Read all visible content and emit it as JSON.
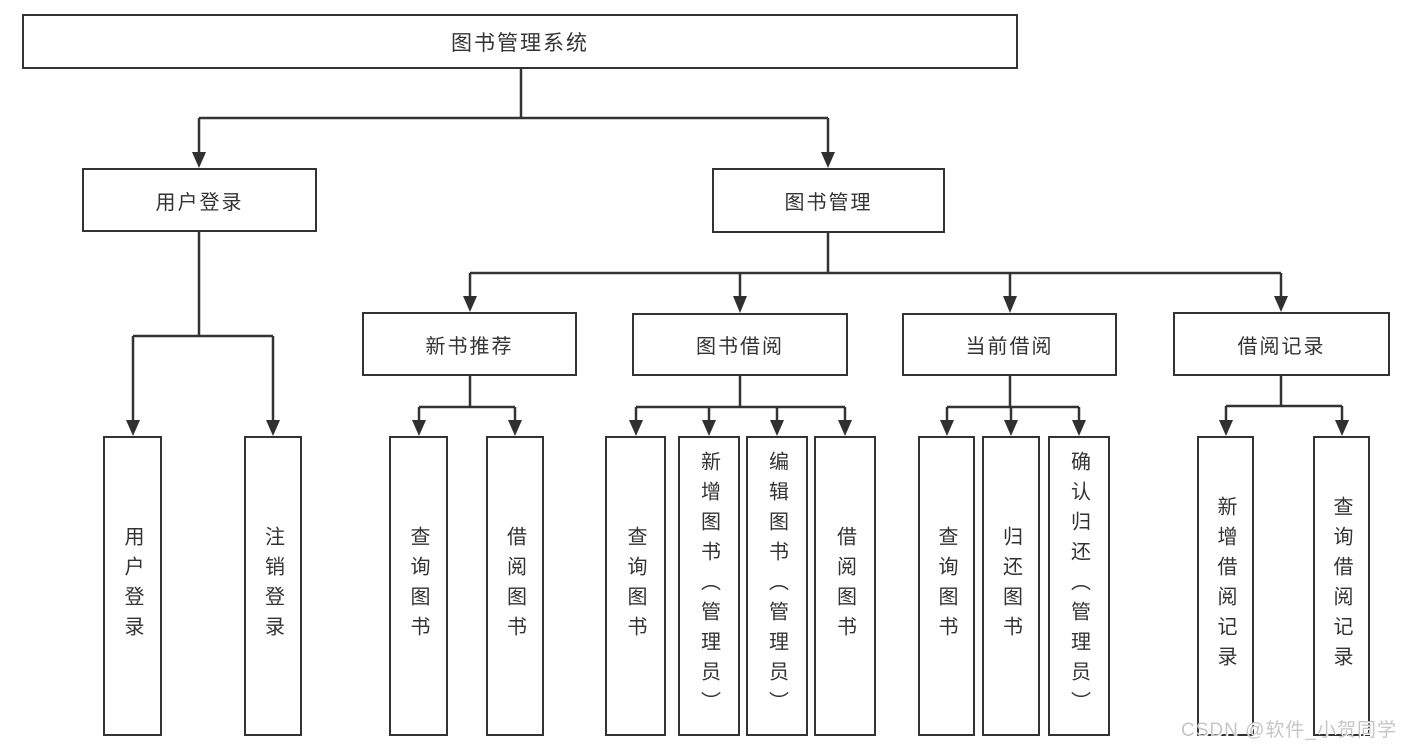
{
  "tree": {
    "label": "图书管理系统",
    "children": [
      {
        "label": "用户登录",
        "children": [
          {
            "label": "用户登录"
          },
          {
            "label": "注销登录"
          }
        ]
      },
      {
        "label": "图书管理",
        "children": [
          {
            "label": "新书推荐",
            "children": [
              {
                "label": "查询图书"
              },
              {
                "label": "借阅图书"
              }
            ]
          },
          {
            "label": "图书借阅",
            "children": [
              {
                "label": "查询图书"
              },
              {
                "label": "新增图书（管理员）"
              },
              {
                "label": "编辑图书（管理员）"
              },
              {
                "label": "借阅图书"
              }
            ]
          },
          {
            "label": "当前借阅",
            "children": [
              {
                "label": "查询图书"
              },
              {
                "label": "归还图书"
              },
              {
                "label": "确认归还（管理员）"
              }
            ]
          },
          {
            "label": "借阅记录",
            "children": [
              {
                "label": "新增借阅记录"
              },
              {
                "label": "查询借阅记录"
              }
            ]
          }
        ]
      }
    ]
  },
  "watermark": "CSDN @软件_小贺同学",
  "colors": {
    "line": "#333333",
    "node_border": "#333333",
    "text": "#333333",
    "background": "#ffffff",
    "watermark": "#c6c6c6"
  }
}
